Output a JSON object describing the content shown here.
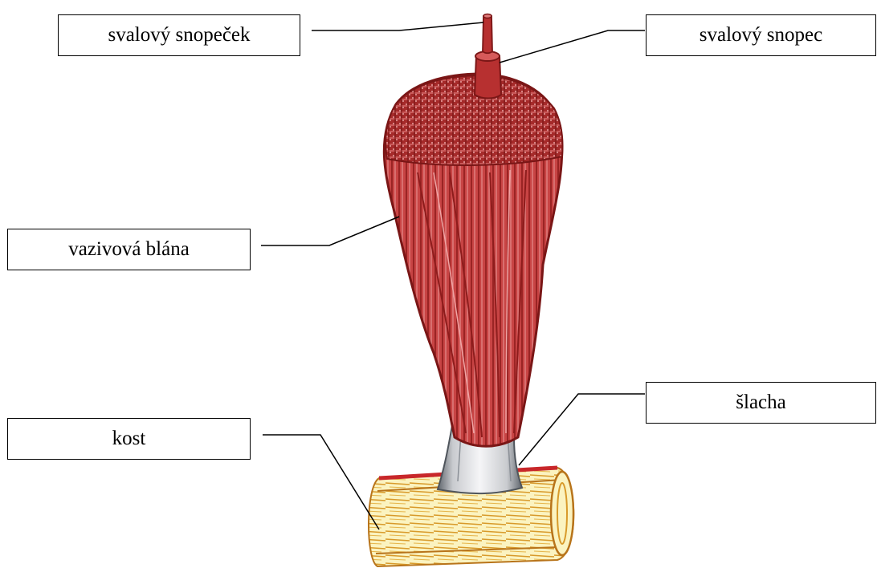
{
  "labels": {
    "fascicle": "svalový snopeček",
    "bundle": "svalový snopec",
    "fascia": "vazivová blána",
    "tendon": "šlacha",
    "bone": "kost"
  },
  "colors": {
    "muscle": "#c23a3a",
    "muscle_dark": "#8e1c1c",
    "muscle_light": "#e07b7b",
    "tendon": "#e8e8ea",
    "tendon_shade": "#8a8f96",
    "bone": "#fbf3c0",
    "bone_stripe": "#d89a2a",
    "line": "#000000"
  }
}
